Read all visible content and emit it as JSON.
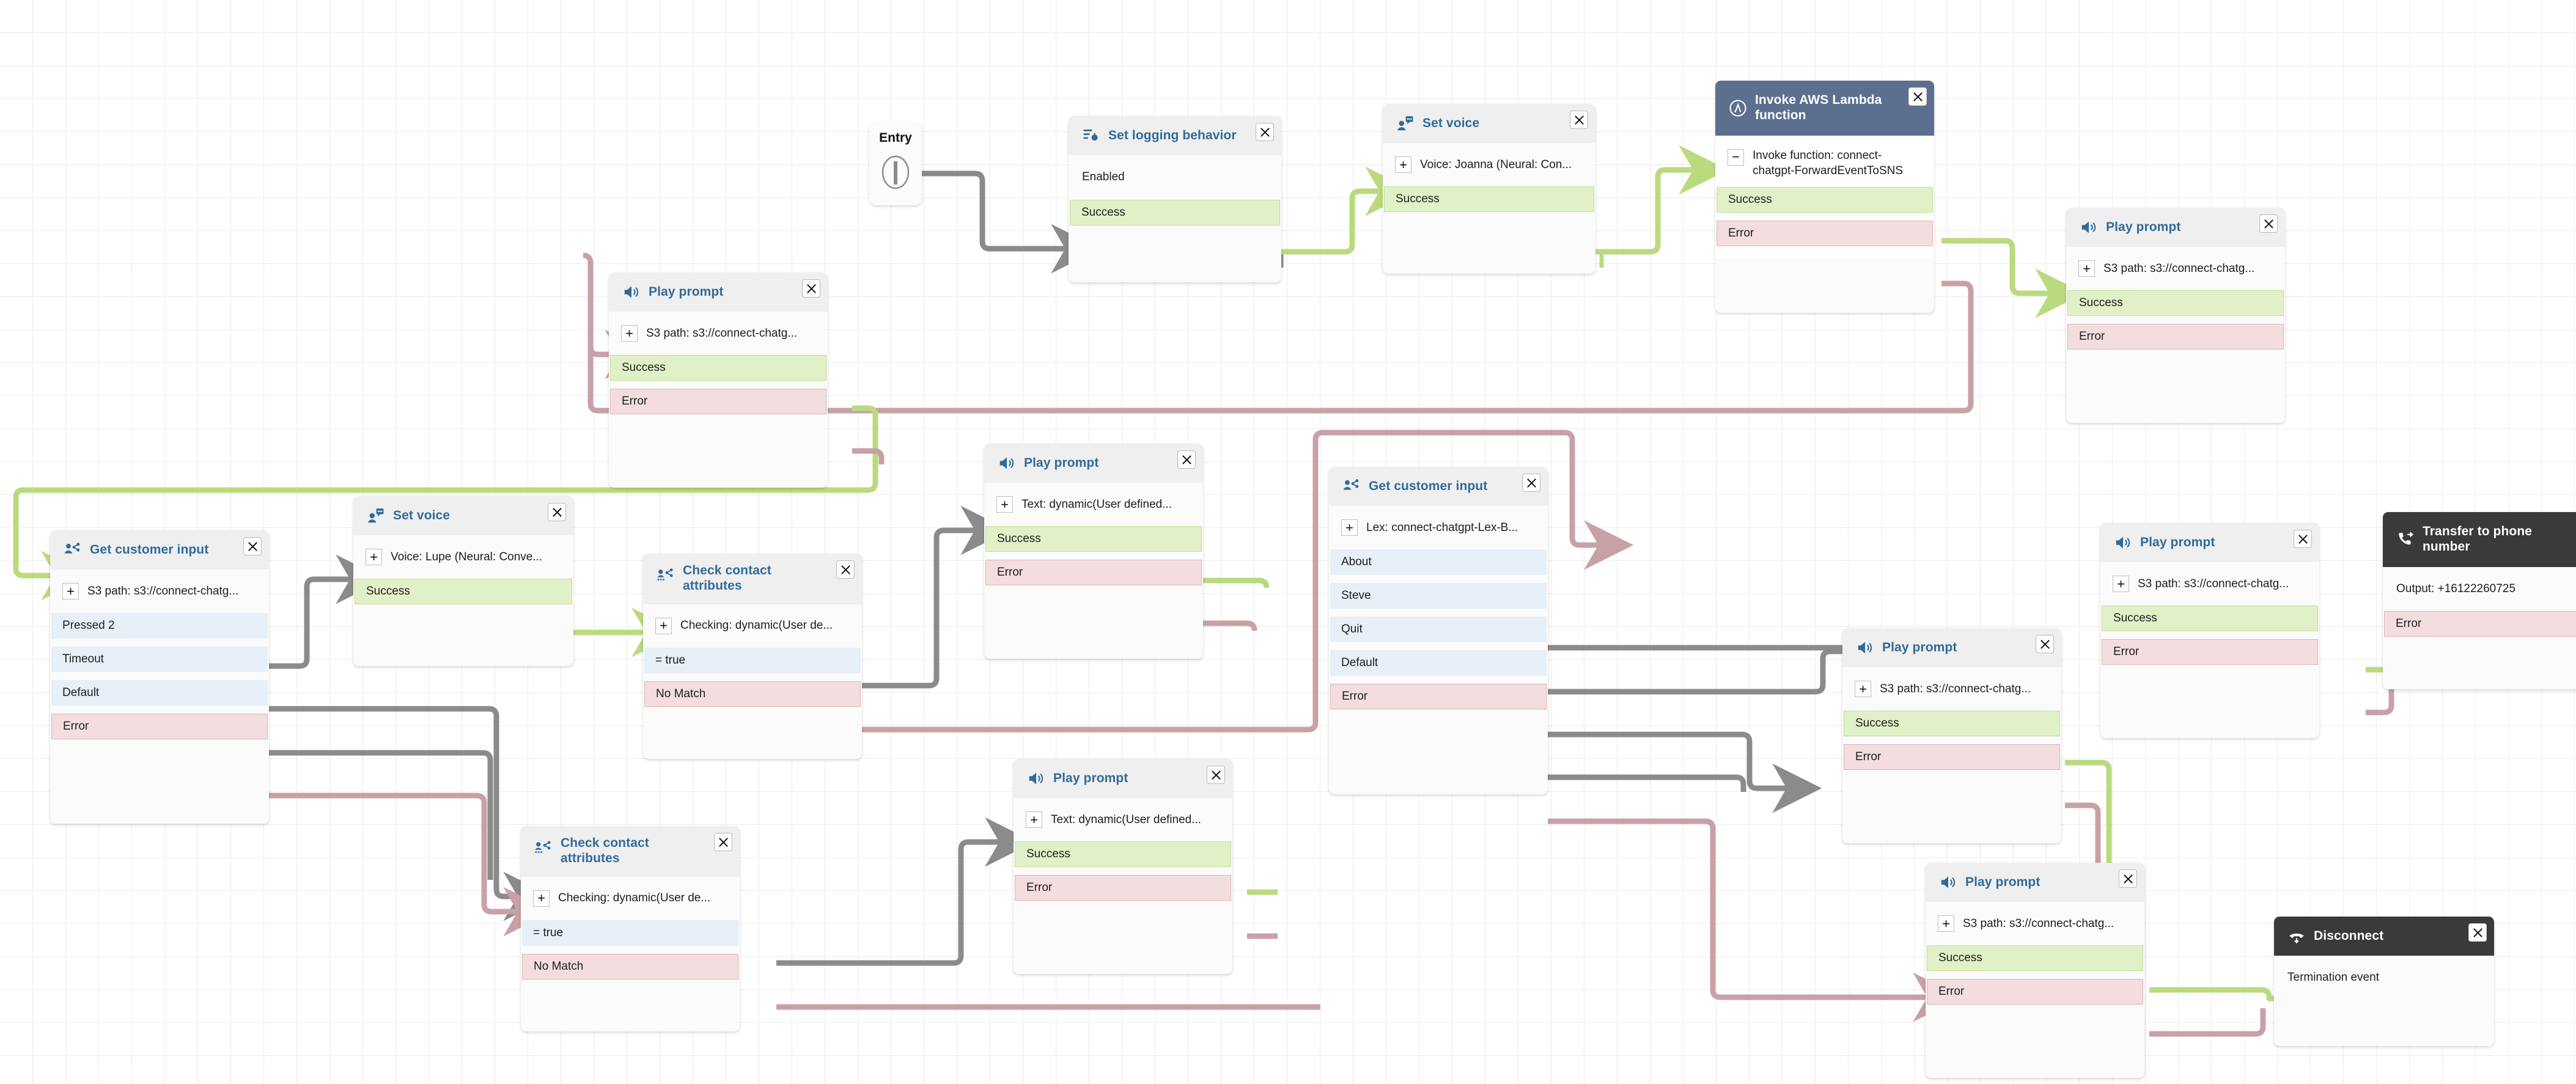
{
  "canvas": {
    "grid": true,
    "background": "#ffffff",
    "gridline_color": "#ececec"
  },
  "palette": {
    "title_blue": "#2f6b9a",
    "header_gray": "#efefef",
    "header_dark": "#3a3a3a",
    "header_navy": "#5c6f8f",
    "success_fill": "#e2f0c8",
    "success_border": "#c2de8f",
    "error_fill": "#f3dddf",
    "error_border": "#dcb4b9",
    "neutral_fill": "#e7eff8",
    "wire_gray": "#8b8b8b",
    "wire_green": "#bada7f",
    "wire_pink": "#c8a1a7"
  },
  "entry": {
    "label": "Entry"
  },
  "blocks": [
    {
      "id": "set-logging-behavior",
      "title": "Set logging behavior",
      "icon": "logging-icon",
      "header_style": "light",
      "config": [
        {
          "text": "Enabled",
          "toggle": false
        }
      ],
      "outcomes": [
        {
          "label": "Success",
          "kind": "ok"
        }
      ]
    },
    {
      "id": "set-voice-joanna",
      "title": "Set voice",
      "icon": "set-voice-icon",
      "header_style": "light",
      "config": [
        {
          "text": "Voice: Joanna (Neural: Con...",
          "toggle": true
        }
      ],
      "outcomes": [
        {
          "label": "Success",
          "kind": "ok"
        }
      ]
    },
    {
      "id": "invoke-aws-lambda-function",
      "title": "Invoke AWS Lambda function",
      "icon": "lambda-icon",
      "header_style": "navy",
      "config": [
        {
          "text": "Invoke function: connect-chatgpt-ForwardEventToSNS",
          "toggle": "minus"
        }
      ],
      "outcomes": [
        {
          "label": "Success",
          "kind": "ok"
        },
        {
          "label": "Error",
          "kind": "err"
        }
      ]
    },
    {
      "id": "play-prompt-s3-top-right",
      "title": "Play prompt",
      "icon": "speaker-icon",
      "header_style": "light",
      "config": [
        {
          "text": "S3 path: s3://connect-chatg...",
          "toggle": true
        }
      ],
      "outcomes": [
        {
          "label": "Success",
          "kind": "ok"
        },
        {
          "label": "Error",
          "kind": "err"
        }
      ]
    },
    {
      "id": "play-prompt-s3-upper-left",
      "title": "Play prompt",
      "icon": "speaker-icon",
      "header_style": "light",
      "config": [
        {
          "text": "S3 path: s3://connect-chatg...",
          "toggle": true
        }
      ],
      "outcomes": [
        {
          "label": "Success",
          "kind": "ok"
        },
        {
          "label": "Error",
          "kind": "err"
        }
      ]
    },
    {
      "id": "get-customer-input-s3",
      "title": "Get customer input",
      "icon": "get-input-icon",
      "header_style": "light",
      "config": [
        {
          "text": "S3 path: s3://connect-chatg...",
          "toggle": true
        }
      ],
      "outcomes": [
        {
          "label": "Pressed 2",
          "kind": "neutral"
        },
        {
          "label": "Timeout",
          "kind": "neutral"
        },
        {
          "label": "Default",
          "kind": "neutral"
        },
        {
          "label": "Error",
          "kind": "err"
        }
      ]
    },
    {
      "id": "set-voice-lupe",
      "title": "Set voice",
      "icon": "set-voice-icon",
      "header_style": "light",
      "config": [
        {
          "text": "Voice: Lupe (Neural: Conve...",
          "toggle": true
        }
      ],
      "outcomes": [
        {
          "label": "Success",
          "kind": "ok"
        }
      ]
    },
    {
      "id": "check-contact-attributes-upper",
      "title": "Check contact attributes",
      "icon": "check-attrs-icon",
      "header_style": "light",
      "config": [
        {
          "text": "Checking: dynamic(User de...",
          "toggle": true
        }
      ],
      "outcomes": [
        {
          "label": "= true",
          "kind": "neutral"
        },
        {
          "label": "No Match",
          "kind": "err"
        }
      ]
    },
    {
      "id": "play-prompt-text-upper",
      "title": "Play prompt",
      "icon": "speaker-icon",
      "header_style": "light",
      "config": [
        {
          "text": "Text: dynamic(User defined...",
          "toggle": true
        }
      ],
      "outcomes": [
        {
          "label": "Success",
          "kind": "ok"
        },
        {
          "label": "Error",
          "kind": "err"
        }
      ]
    },
    {
      "id": "check-contact-attributes-lower",
      "title": "Check contact attributes",
      "icon": "check-attrs-icon",
      "header_style": "light",
      "config": [
        {
          "text": "Checking: dynamic(User de...",
          "toggle": true
        }
      ],
      "outcomes": [
        {
          "label": "= true",
          "kind": "neutral"
        },
        {
          "label": "No Match",
          "kind": "err"
        }
      ]
    },
    {
      "id": "play-prompt-text-lower",
      "title": "Play prompt",
      "icon": "speaker-icon",
      "header_style": "light",
      "config": [
        {
          "text": "Text: dynamic(User defined...",
          "toggle": true
        }
      ],
      "outcomes": [
        {
          "label": "Success",
          "kind": "ok"
        },
        {
          "label": "Error",
          "kind": "err"
        }
      ]
    },
    {
      "id": "get-customer-input-lex",
      "title": "Get customer input",
      "icon": "get-input-icon",
      "header_style": "light",
      "config": [
        {
          "text": "Lex: connect-chatgpt-Lex-B...",
          "toggle": true
        }
      ],
      "outcomes": [
        {
          "label": "About",
          "kind": "neutral"
        },
        {
          "label": "Steve",
          "kind": "neutral"
        },
        {
          "label": "Quit",
          "kind": "neutral"
        },
        {
          "label": "Default",
          "kind": "neutral"
        },
        {
          "label": "Error",
          "kind": "err"
        }
      ]
    },
    {
      "id": "play-prompt-s3-right-mid",
      "title": "Play prompt",
      "icon": "speaker-icon",
      "header_style": "light",
      "config": [
        {
          "text": "S3 path: s3://connect-chatg...",
          "toggle": true
        }
      ],
      "outcomes": [
        {
          "label": "Success",
          "kind": "ok"
        },
        {
          "label": "Error",
          "kind": "err"
        }
      ]
    },
    {
      "id": "play-prompt-s3-right-upper",
      "title": "Play prompt",
      "icon": "speaker-icon",
      "header_style": "light",
      "config": [
        {
          "text": "S3 path: s3://connect-chatg...",
          "toggle": true
        }
      ],
      "outcomes": [
        {
          "label": "Success",
          "kind": "ok"
        },
        {
          "label": "Error",
          "kind": "err"
        }
      ]
    },
    {
      "id": "play-prompt-s3-right-lower",
      "title": "Play prompt",
      "icon": "speaker-icon",
      "header_style": "light",
      "config": [
        {
          "text": "S3 path: s3://connect-chatg...",
          "toggle": true
        }
      ],
      "outcomes": [
        {
          "label": "Success",
          "kind": "ok"
        },
        {
          "label": "Error",
          "kind": "err"
        }
      ]
    },
    {
      "id": "transfer-to-phone-number",
      "title": "Transfer to phone number",
      "icon": "phone-transfer-icon",
      "header_style": "dark",
      "config": [
        {
          "text": "Output: +16122260725",
          "toggle": false
        }
      ],
      "outcomes": [
        {
          "label": "Error",
          "kind": "err"
        }
      ]
    },
    {
      "id": "disconnect",
      "title": "Disconnect",
      "icon": "disconnect-icon",
      "header_style": "dark",
      "config": [
        {
          "text": "Termination event",
          "toggle": false
        }
      ],
      "outcomes": []
    }
  ]
}
